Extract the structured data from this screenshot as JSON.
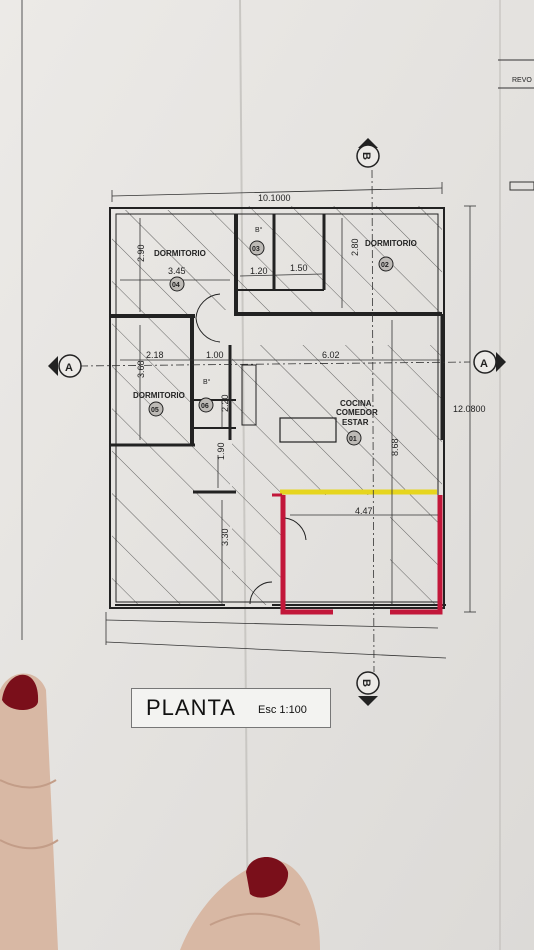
{
  "drawing": {
    "title": "PLANTA",
    "scale": "Esc 1:100",
    "corner_text": "REVO",
    "section_markers": {
      "a_left": "A",
      "a_right": "A",
      "b_top": "B",
      "b_bottom": "B"
    },
    "dimensions": {
      "total_width": "10.1000",
      "total_depth": "12.0800",
      "d_3_45": "3.45",
      "d_2_90": "2.90",
      "d_1_20": "1.20",
      "d_1_50": "1.50",
      "d_2_80": "2.80",
      "d_2_18": "2.18",
      "d_1_00": "1.00",
      "d_6_02": "6.02",
      "d_3_68": "3.68",
      "d_2_20": "2.20",
      "d_1_90": "1.90",
      "d_3_30": "3.30",
      "d_8_68": "8.68",
      "d_4_47": "4.47"
    },
    "rooms": [
      {
        "label": "DORMITORIO",
        "number": "04"
      },
      {
        "label": "B°",
        "number": "03"
      },
      {
        "label": "DORMITORIO",
        "number": "02"
      },
      {
        "label": "DORMITORIO",
        "number": "05"
      },
      {
        "label": "B°",
        "number": "06"
      },
      {
        "label": "COCINA",
        "label2": "COMEDOR",
        "label3": "ESTAR",
        "number": "01"
      }
    ],
    "colors": {
      "highlight_wall_red": "#c2173a",
      "highlight_wall_yellow": "#e6d51e",
      "nail": "#7a0f1a"
    }
  }
}
